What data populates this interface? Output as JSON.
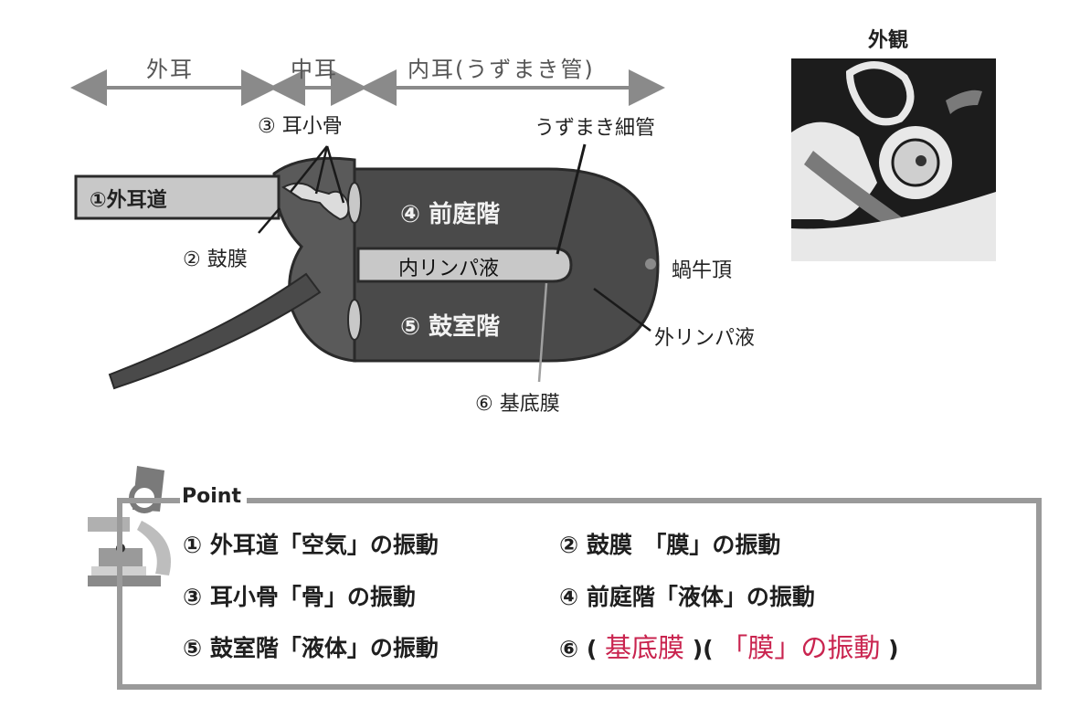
{
  "sections": {
    "outer": "外耳",
    "middle": "中耳",
    "inner": "内耳(うずまき管)"
  },
  "labels": {
    "ossicles": "③ 耳小骨",
    "cochlear_duct": "うずまき細管",
    "ear_canal": "①外耳道",
    "vestibule": "④ 前庭階",
    "eardrum": "② 鼓膜",
    "endolymph": "内リンパ液",
    "apex": "蝸牛頂",
    "tympani": "⑤ 鼓室階",
    "perilymph": "外リンパ液",
    "basilar": "⑥ 基底膜"
  },
  "appearance": {
    "title": "外観"
  },
  "point": {
    "title": "Point",
    "items": [
      "① 外耳道「空気」の振動",
      "② 鼓膜　「膜」の振動",
      "③ 耳小骨「骨」の振動",
      "④ 前庭階「液体」の振動",
      "⑤ 鼓室階「液体」の振動"
    ],
    "item6_prefix": "⑥ (",
    "item6_answer1": "基底膜",
    "item6_mid": ")(",
    "item6_answer2": "「膜」の振動",
    "item6_suffix": ")"
  },
  "colors": {
    "dark_fill": "#4a4a4a",
    "light_fill": "#c8c8c8",
    "arrow": "#8a8a8a",
    "handwriting": "#c9244f",
    "border": "#9a9a9a"
  }
}
